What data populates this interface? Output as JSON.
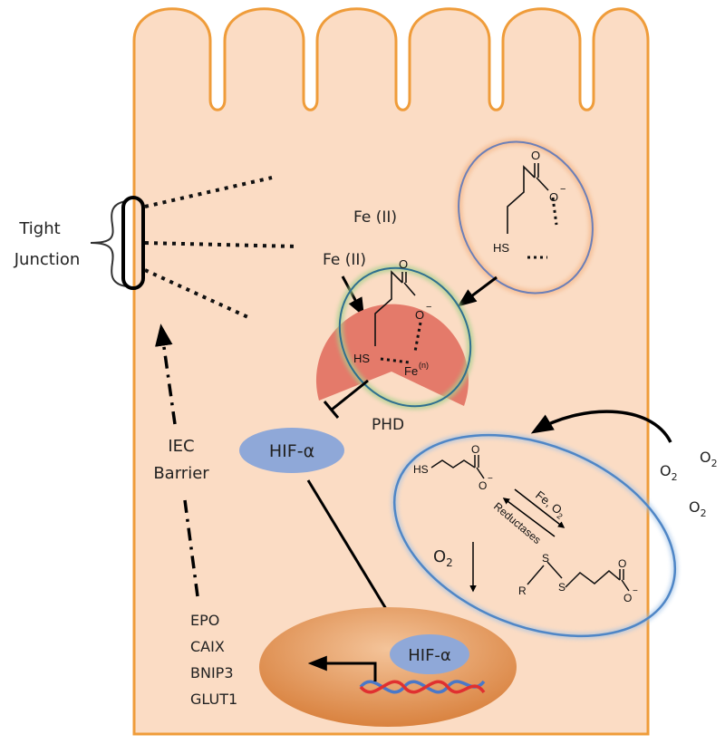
{
  "labels": {
    "tight_junction_line1": "Tight",
    "tight_junction_line2": "Junction",
    "fe1": "Fe (II)",
    "fe2": "Fe (II)",
    "phd": "PHD",
    "hif_cyto": "HIF-α",
    "hif_nucleus": "HIF-α",
    "iec_line1": "IEC",
    "iec_line2": "Barrier",
    "o2_left_O": "O",
    "o2_left_sub": "2",
    "o2_right_O": "O",
    "o2_right_sub": "2"
  },
  "genes": [
    "EPO",
    "CAIX",
    "BNIP3",
    "GLUT1"
  ],
  "external_o2": [
    {
      "O": "O",
      "sub": "2"
    },
    {
      "O": "O",
      "sub": "2"
    },
    {
      "O": "O",
      "sub": "2"
    }
  ],
  "chem": {
    "top_O": "O",
    "top_Ominus": "O",
    "top_minus": "−",
    "top_HS": "HS",
    "mid_O": "O",
    "mid_Ominus": "O",
    "mid_minus": "−",
    "mid_HS": "HS",
    "mid_Fe": "Fe",
    "mid_Fe_sup": "(n)",
    "blue_HS": "HS",
    "blue_O": "O",
    "blue_Ominus": "O",
    "blue_minus": "−",
    "fe_o2_label": "Fe, O",
    "fe_o2_sub": "2",
    "reductases": "Reductases",
    "R": "R",
    "S1": "S",
    "S2": "S",
    "dis_O": "O",
    "dis_Ominus": "O",
    "dis_minus": "−"
  },
  "colors": {
    "cell_fill": "#fbdcc4",
    "cell_stroke": "#ef9c3a",
    "phd": "#e47a6a",
    "hif": "#8fa8d8",
    "nucleus": "#e0915a",
    "blue_oval": "#4f86c6",
    "green_oval": "#6aa84f",
    "orange_oval": "#e9a15a",
    "dna_red": "#e03030",
    "dna_blue": "#4a78c8"
  }
}
